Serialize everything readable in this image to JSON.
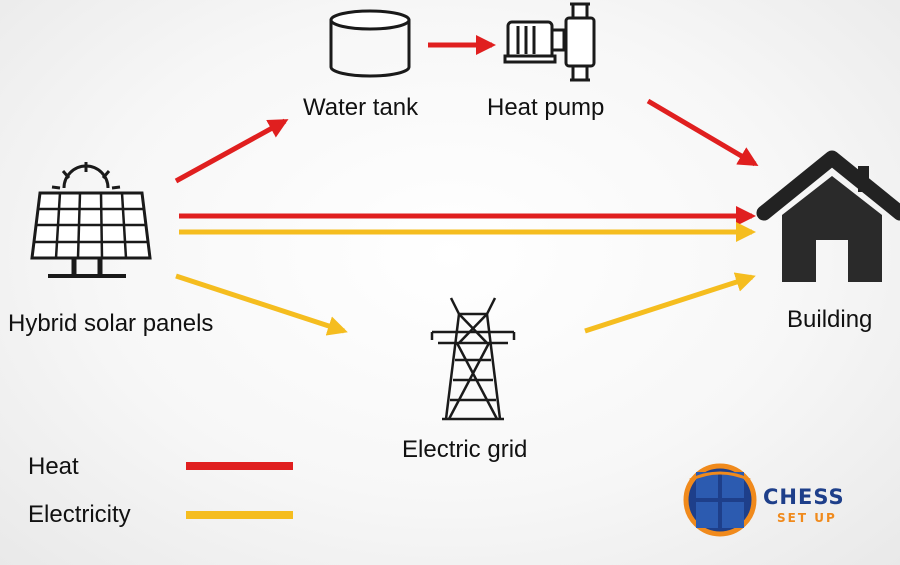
{
  "diagram": {
    "nodes": {
      "water_tank": "Water tank",
      "heat_pump": "Heat pump",
      "solar_panels": "Hybrid solar panels",
      "electric_grid": "Electric grid",
      "building": "Building"
    },
    "flows": [
      {
        "from": "water_tank",
        "to": "heat_pump",
        "type": "heat"
      },
      {
        "from": "heat_pump",
        "to": "building",
        "type": "heat"
      },
      {
        "from": "solar_panels",
        "to": "water_tank",
        "type": "heat"
      },
      {
        "from": "solar_panels",
        "to": "building",
        "type": "heat"
      },
      {
        "from": "solar_panels",
        "to": "building",
        "type": "electricity"
      },
      {
        "from": "solar_panels",
        "to": "electric_grid",
        "type": "electricity"
      },
      {
        "from": "electric_grid",
        "to": "building",
        "type": "electricity"
      }
    ],
    "legend": [
      {
        "label": "Heat",
        "color": "#e01f1f"
      },
      {
        "label": "Electricity",
        "color": "#f5bd1f"
      }
    ],
    "logo": {
      "line1": "CHESS",
      "line2": "SET UP"
    }
  },
  "colors": {
    "heat": "#e01f1f",
    "electricity": "#f5bd1f",
    "icon": "#1a1a1a",
    "logo_blue": "#1e3f8a",
    "logo_orange": "#f08a1c"
  },
  "icons": [
    "water-tank-icon",
    "heat-pump-icon",
    "solar-panel-icon",
    "transmission-tower-icon",
    "house-icon",
    "chess-logo-icon"
  ]
}
